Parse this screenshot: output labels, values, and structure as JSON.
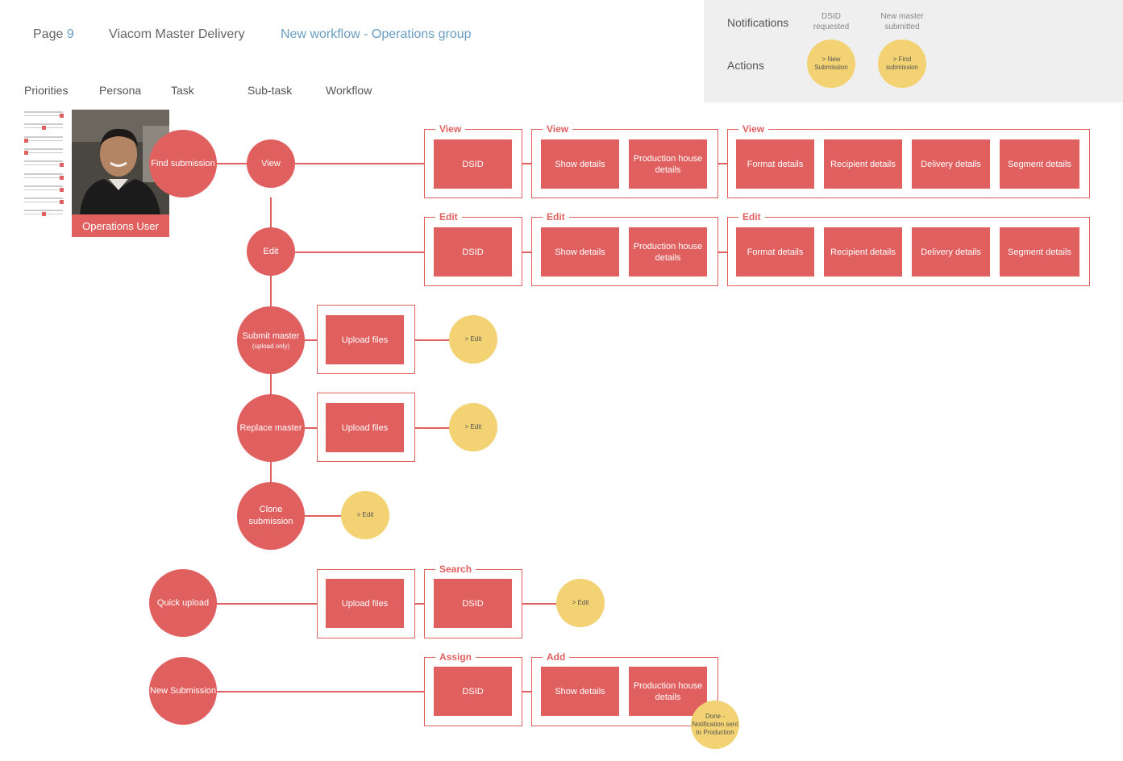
{
  "header": {
    "page_label": "Page",
    "page_number": "9",
    "project": "Viacom Master Delivery",
    "workflow_title": "New workflow - Operations group"
  },
  "columns": [
    "Priorities",
    "Persona",
    "Task",
    "Sub-task",
    "Workflow"
  ],
  "legend": {
    "notifications_label": "Notifications",
    "actions_label": "Actions",
    "notif1": "DSID requested",
    "notif2": "New master submitted",
    "action1": "> New Submission",
    "action2": "> Find submission"
  },
  "persona": {
    "name": "Operations User"
  },
  "priorities_count": 9,
  "tasks": {
    "find": "Find submission",
    "quick": "Quick upload",
    "new": "New Submission"
  },
  "subtasks": {
    "view": "View",
    "edit": "Edit",
    "submit": "Submit master",
    "submit_note": "(upload only)",
    "replace": "Replace master",
    "clone": "Clone submission"
  },
  "frame_labels": {
    "view1": "View",
    "view2": "View",
    "view3": "View",
    "edit1": "Edit",
    "edit2": "Edit",
    "edit3": "Edit",
    "search": "Search",
    "assign": "Assign",
    "add": "Add"
  },
  "boxes": {
    "dsid": "DSID",
    "show": "Show details",
    "production": "Production house details",
    "format": "Format details",
    "recipient": "Recipient details",
    "delivery": "Delivery details",
    "segment": "Segment details",
    "upload": "Upload files"
  },
  "yellow": {
    "edit_link": "> Edit",
    "done": "Done - Notification sent to Production"
  },
  "colors": {
    "accent": "#e05f5f",
    "action": "#f2d272",
    "link": "#6a9dc2"
  }
}
